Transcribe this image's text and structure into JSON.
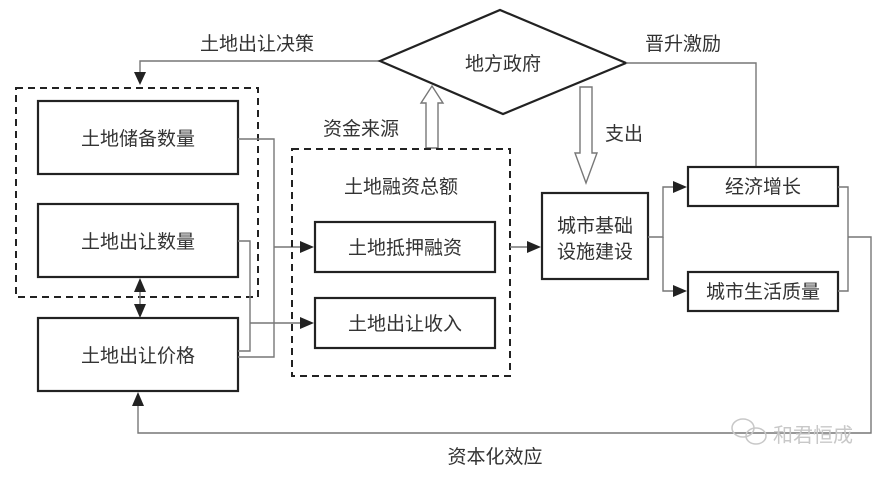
{
  "diagram": {
    "decision_node": {
      "label": "地方政府"
    },
    "edge_labels": {
      "land_transfer_decision": "土地出让决策",
      "promotion_incentive": "晋升激励",
      "funding_source": "资金来源",
      "expenditure": "支出",
      "capitalization_effect": "资本化效应"
    },
    "land_group": {
      "items": [
        {
          "label": "土地储备数量"
        },
        {
          "label": "土地出让数量"
        }
      ]
    },
    "land_price": {
      "label": "土地出让价格"
    },
    "financing_group": {
      "title": "土地融资总额",
      "items": [
        {
          "label": "土地抵押融资"
        },
        {
          "label": "土地出让收入"
        }
      ]
    },
    "infrastructure": {
      "line1": "城市基础",
      "line2": "设施建设"
    },
    "outcomes": [
      {
        "label": "经济增长"
      },
      {
        "label": "城市生活质量"
      }
    ],
    "watermark": {
      "icon": "wechat-icon",
      "text": "和君恒成"
    }
  }
}
